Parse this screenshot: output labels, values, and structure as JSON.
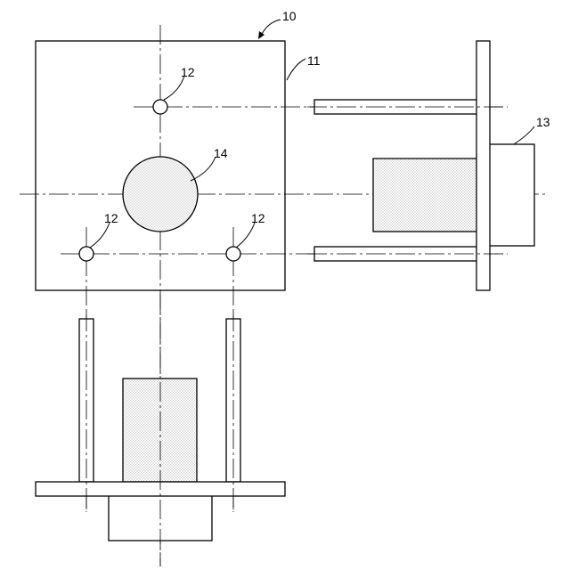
{
  "figure": {
    "labels": {
      "assembly": "10",
      "plate": "11",
      "hole_top": "12",
      "hole_bottom_left": "12",
      "hole_bottom_right": "12",
      "connector": "13",
      "circle": "14"
    }
  },
  "colors": {
    "line": "#000000",
    "background": "#ffffff",
    "shading": "#888888"
  }
}
